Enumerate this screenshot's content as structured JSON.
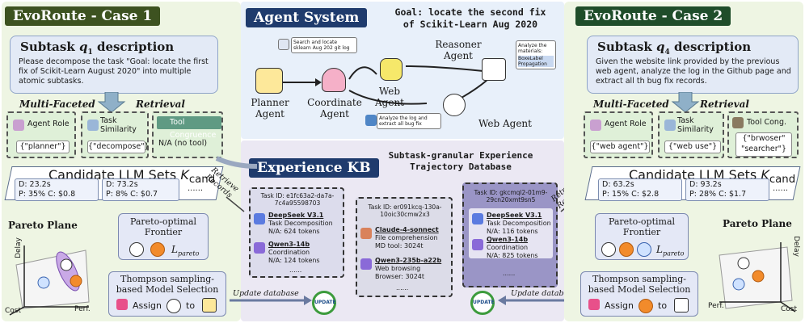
{
  "case1": {
    "title": "EvoRoute - Case 1",
    "subtask_title": "Subtask",
    "subtask_var": "q",
    "subtask_sub": "1",
    "subtask_suffix": "description",
    "description": "Please decompose the task \"Goal: locate the first fix of Scikit-Learn August 2020\" into multiple atomic subtasks.",
    "multi_faceted": "Multi-Faceted",
    "retrieval": "Retrieval",
    "facets": [
      {
        "label": "Agent Role",
        "value": "{\"planner\"}"
      },
      {
        "label": "Task Similarity",
        "value": "{\"decompose\"}"
      },
      {
        "label": "Tool Congruence",
        "value": "N/A (no tool)"
      }
    ],
    "candidate_label": "Candidate LLM Sets",
    "candidate_sym": "K",
    "candidate_sub": "cand",
    "candidates": [
      {
        "d": "D: 23.2s",
        "p": "P: 35%",
        "c": "C: $0.8"
      },
      {
        "d": "D: 73.2s",
        "p": "P: 8%",
        "c": "C: $0.7"
      }
    ],
    "ellipsis": "......",
    "pareto_plane": "Pareto Plane",
    "pareto_frontier_l1": "Pareto-optimal",
    "pareto_frontier_l2": "Frontier",
    "pareto_loss": "L",
    "pareto_loss_sub": "pareto",
    "thompson_l1": "Thompson sampling-",
    "thompson_l2": "based Model Selection",
    "assign": "Assign",
    "to": "to",
    "axes": {
      "delay": "Delay",
      "cost": "Cost",
      "perf": "Perf."
    }
  },
  "case2": {
    "title": "EvoRoute - Case 2",
    "subtask_title": "Subtask",
    "subtask_var": "q",
    "subtask_sub": "4",
    "subtask_suffix": "description",
    "description": "Given the website link provided by the previous web agent, analyze the log in the Github page and extract all th bug fix records.",
    "multi_faceted": "Multi-Faceted",
    "retrieval": "Retrieval",
    "facets": [
      {
        "label": "Agent Role",
        "value": "{\"web agent\"}"
      },
      {
        "label": "Task Similarity",
        "value": "{\"web use\"}"
      },
      {
        "label": "Tool Cong.",
        "value": "{\"brwoser\" \"searcher\"}"
      }
    ],
    "candidate_label": "Candidate LLM Sets",
    "candidate_sym": "K",
    "candidate_sub": "cand",
    "candidates": [
      {
        "d": "D: 63.2s",
        "p": "P: 15%",
        "c": "C: $2.8"
      },
      {
        "d": "D: 93.2s",
        "p": "P: 28%",
        "c": "C: $1.7"
      }
    ],
    "ellipsis": "......",
    "pareto_plane": "Pareto Plane",
    "pareto_frontier_l1": "Pareto-optimal",
    "pareto_frontier_l2": "Frontier",
    "pareto_loss": "L",
    "pareto_loss_sub": "pareto",
    "thompson_l1": "Thompson sampling-",
    "thompson_l2": "based Model Selection",
    "assign": "Assign",
    "to": "to",
    "axes": {
      "delay": "Delay",
      "cost": "Cost",
      "perf": "Perf."
    }
  },
  "agent_system": {
    "title": "Agent System",
    "goal_l1": "Goal: locate the second fix",
    "goal_l2": "of Scikit-Learn Aug 2020",
    "agents": {
      "planner": "Planner\nAgent",
      "coordinate": "Coordinate\nAgent",
      "web1": "Web\nAgent",
      "reasoner": "Reasoner\nAgent",
      "web2": "Web Agent"
    },
    "bubble_search": "Search and locate sklearn Aug 202 git log",
    "bubble_analyze_log": "Analyze the log and extract all bug fix",
    "bubble_materials_l1": "Analyze the",
    "bubble_materials_l2": "materials:",
    "bubble_materials_l3": "BoxeLabel Propagation"
  },
  "experience_kb": {
    "title": "Experience KB",
    "subtitle_l1": "Subtask-granular Experience",
    "subtitle_l2": "Trajectory Database",
    "retrieve_records": "Retrieve Records",
    "update_database": "Update database",
    "update_badge": "UPDATE",
    "trajectories": [
      {
        "task_id": "Task ID: e1fc63a2-da7a-7c4a95598703",
        "entries": [
          {
            "model": "DeepSeek V3.1",
            "l2": "Task Decomposition",
            "l3": "N/A: 624 tokens"
          },
          {
            "model": "Qwen3-14b",
            "l2": "Coordination",
            "l3": "N/A: 124 tokens"
          }
        ],
        "more": "......"
      },
      {
        "task_id": "Task ID: er091kcq-130a-10oic30cmw2x3",
        "entries": [
          {
            "model": "Claude-4-sonnect",
            "l2": "File comprehension",
            "l3": "MD tool: 3024t"
          },
          {
            "model": "Qwen3-235b-a22b",
            "l2": "Web browsing",
            "l3": "Browser: 3024t"
          }
        ],
        "more": "......"
      },
      {
        "task_id": "Task ID: gkcmql2-01m9-29cn20xmt9sn5",
        "entries": [
          {
            "model": "DeepSeek V3.1",
            "l2": "Task Decomposition",
            "l3": "N/A: 116 tokens"
          },
          {
            "model": "Qwen3-14b",
            "l2": "Coordination",
            "l3": "N/A: 825 tokens"
          }
        ],
        "more": "......"
      }
    ]
  },
  "colors": {
    "badge_case1": "#3d5220",
    "badge_case2": "#1f4d2a",
    "badge_center": "#1f3b6d",
    "case_bg": "#eef5e3",
    "traj1": "#dcdcec",
    "traj2": "#dcdce8",
    "traj3": "#9a95c6"
  }
}
